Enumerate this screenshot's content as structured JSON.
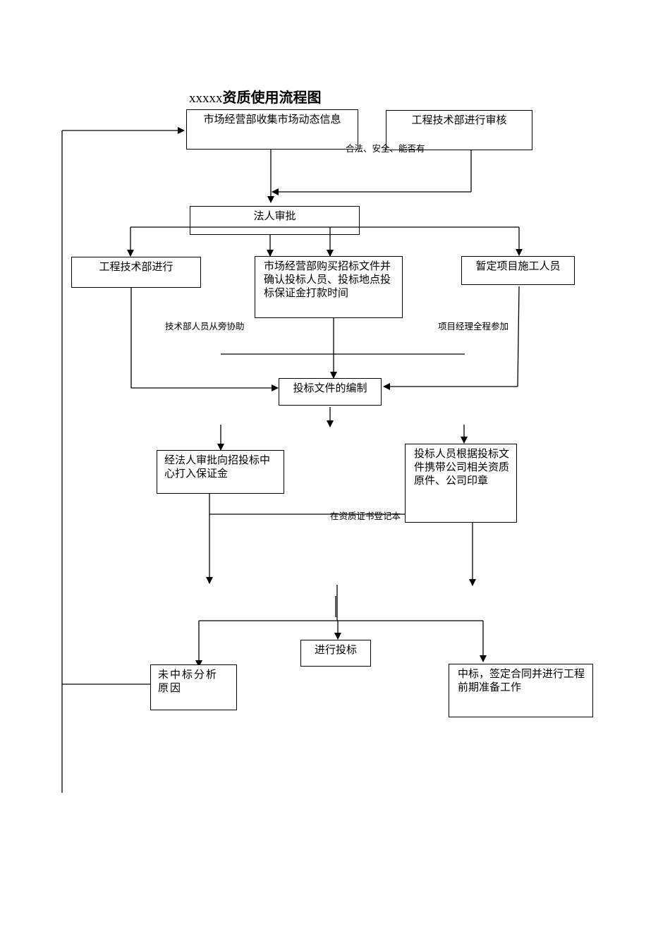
{
  "title_prefix": "xxxxx",
  "title_main": "资质使用流程图",
  "nodes": {
    "collect_info": "市场经营部收集市场动态信息",
    "tech_review": "工程技术部进行审核",
    "legal_approval": "法人审批",
    "tech_dept": "工程技术部进行",
    "market_buy": "市场经营部购买招标文件并确认投标人员、投标地点投标保证金打款时间",
    "assign_staff": "暂定项目施工人员",
    "compile_bid": "投标文件的编制",
    "deposit": "经法人审批向招投标中心打入保证金",
    "bring_docs": "投标人员根据投标文件携带公司相关资质原件、公司印章",
    "bidding": "进行投标",
    "lost_analysis": "未中标分析原因",
    "won_contract": "中标，签定合同并进行工程前期准备工作"
  },
  "notes": {
    "legal_safety": "合法、安全、能否有",
    "tech_assist": "技术部人员从旁协助",
    "pm_join": "项目经理全程参加",
    "cert_register": "在资质证书登记本"
  }
}
